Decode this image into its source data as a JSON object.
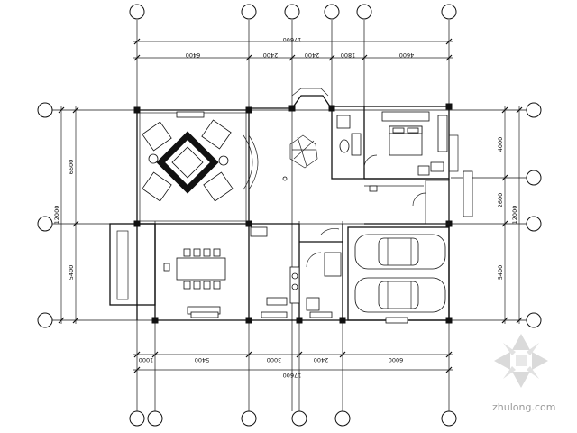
{
  "drawing": {
    "top_dimensions": {
      "overall": "17600",
      "segments": [
        "6400",
        "2400",
        "2400",
        "1800",
        "4600"
      ]
    },
    "bottom_dimensions": {
      "overall": "17600",
      "segments": [
        "1000",
        "5400",
        "3000",
        "2400",
        "6000"
      ]
    },
    "left_dimensions": {
      "overall": "12000",
      "segments": [
        "6600",
        "5400"
      ]
    },
    "right_dimensions": {
      "overall": "12000",
      "segments": [
        "4000",
        "2600",
        "5400"
      ]
    }
  },
  "watermark": {
    "text": "zhulong.com"
  }
}
